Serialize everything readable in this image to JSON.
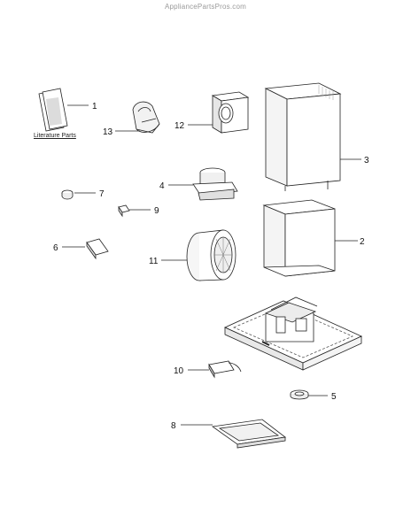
{
  "watermark": "AppliancePartsPros.com",
  "literature_label": "Literature Parts",
  "parts": {
    "p1": "1",
    "p2": "2",
    "p3": "3",
    "p4": "4",
    "p5": "5",
    "p6": "6",
    "p7": "7",
    "p8": "8",
    "p9": "9",
    "p10": "10",
    "p11": "11",
    "p12": "12",
    "p13": "13"
  },
  "colors": {
    "line": "#222222",
    "shade": "#cfcfcf",
    "light": "#efefef"
  }
}
